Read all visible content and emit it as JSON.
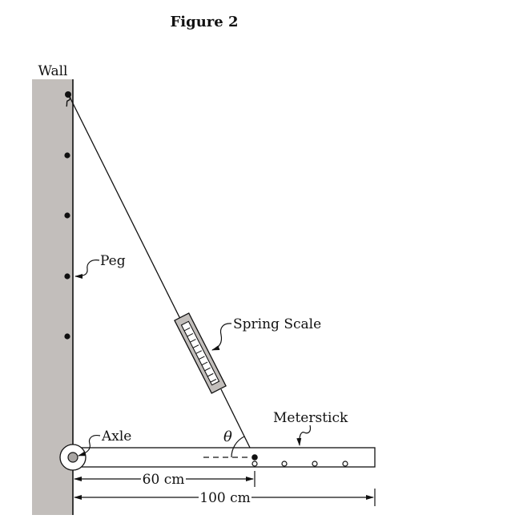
{
  "figure": {
    "title": "Figure 2"
  },
  "labels": {
    "wall": "Wall",
    "peg": "Peg",
    "spring_scale": "Spring Scale",
    "meterstick": "Meterstick",
    "axle": "Axle",
    "angle": "θ"
  },
  "dimensions": {
    "attachment_distance": "60 cm",
    "meterstick_length": "100 cm"
  },
  "colors": {
    "wall": "#c2bebb",
    "line": "#111111",
    "axle_hub": "#a8a5a3",
    "scale_body": "#c2bebb"
  },
  "pegs_on_wall": 5,
  "holes_on_meterstick": 4
}
